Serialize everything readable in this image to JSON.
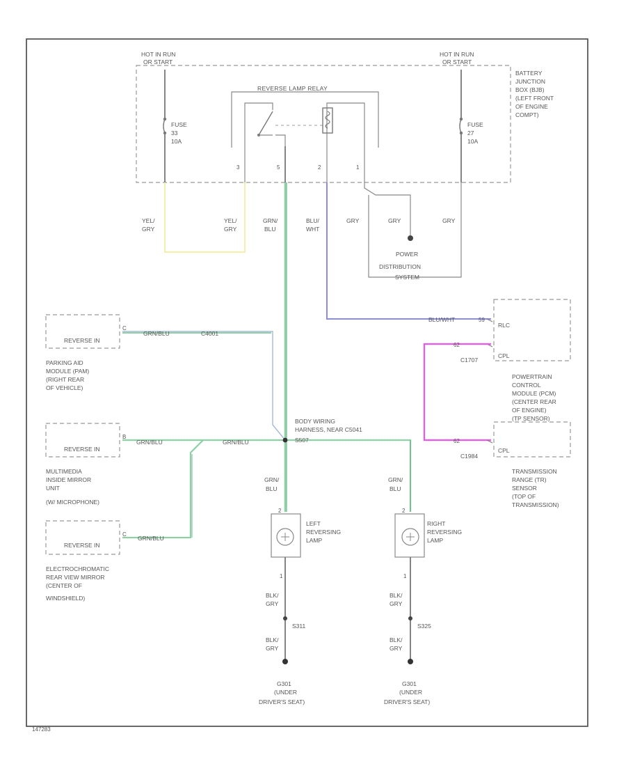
{
  "labels": {
    "hot_in_run_left": "HOT IN RUN",
    "hot_in_run_left_2": "OR START",
    "hot_in_run_right": "HOT IN RUN",
    "hot_in_run_right_2": "OR START",
    "relay_title": "REVERSE LAMP RELAY",
    "fuse_left": [
      "FUSE",
      "33",
      "10A"
    ],
    "fuse_right": [
      "FUSE",
      "27",
      "10A"
    ],
    "bjb": [
      "BATTERY",
      "JUNCTION",
      "BOX (BJB)",
      "(LEFT FRONT",
      "OF ENGINE",
      "COMPT)"
    ],
    "relay_pins": [
      "3",
      "5",
      "2",
      "1"
    ],
    "wire_colors_top": {
      "yel_gry_1": [
        "YEL/",
        "GRY"
      ],
      "yel_gry_2": [
        "YEL/",
        "GRY"
      ],
      "grn_blu": [
        "GRN/",
        "BLU"
      ],
      "blu_wht": [
        "BLU/",
        "WHT"
      ],
      "gry_1": "GRY",
      "gry_2": "GRY",
      "gry_3": "GRY"
    },
    "power_distribution": [
      "POWER",
      "DISTRIBUTION",
      "SYSTEM"
    ],
    "blu_wht_long": "BLU/WHT",
    "pcm_pin_rlc": "RLC",
    "pcm_pin_cpl1": "CPL",
    "pcm_pin_cpl2": "CPL",
    "pcm_conn_1": "C1707",
    "pcm_conn_2": "C1984",
    "pcm_wire_num_1": "59",
    "pcm_wire_num_2": "62",
    "pcm_wire_num_3": "62",
    "pcm": [
      "POWERTRAIN",
      "CONTROL",
      "MODULE (PCM)",
      "(CENTER REAR",
      "OF ENGINE)",
      "(TP SENSOR)"
    ],
    "trs": [
      "TRANSMISSION",
      "RANGE (TR)",
      "SENSOR",
      "(TOP OF",
      "TRANSMISSION)"
    ],
    "reverse_in_1": "REVERSE IN",
    "reverse_in_2": "REVERSE IN",
    "reverse_in_3": "REVERSE IN",
    "grn_blu_1": "GRN/BLU",
    "grn_blu_2": "GRN/BLU",
    "grn_blu_3": "GRN/BLU",
    "grn_blu_4": "GRN/BLU",
    "c4001": "C4001",
    "parking_aid": [
      "PARKING AID",
      "MODULE (PAM)",
      "(RIGHT REAR",
      "OF VEHICLE)"
    ],
    "multimedia": [
      "MULTIMEDIA",
      "INSIDE MIRROR",
      "UNIT",
      "(W/ MICROPHONE)"
    ],
    "electrochromatic": [
      "ELECTROCHROMATIC",
      "REAR VIEW MIRROR",
      "(CENTER OF",
      "WINDSHIELD)"
    ],
    "splice": [
      "BODY WIRING",
      "HARNESS, NEAR C5041",
      "S507"
    ],
    "lamp_wire_left": [
      "GRN/",
      "BLU"
    ],
    "lamp_wire_right": [
      "GRN/",
      "BLU"
    ],
    "left_lamp": [
      "LEFT",
      "REVERSING",
      "LAMP"
    ],
    "right_lamp": [
      "RIGHT",
      "REVERSING",
      "LAMP"
    ],
    "lamp_pin_top_left": "2",
    "lamp_pin_top_right": "2",
    "lamp_pin_bot_left": "1",
    "lamp_pin_bot_right": "1",
    "blk_gry_1": [
      "BLK/",
      "GRY"
    ],
    "blk_gry_2": [
      "BLK/",
      "GRY"
    ],
    "blk_gry_3": [
      "BLK/",
      "GRY"
    ],
    "blk_gry_4": [
      "BLK/",
      "GRY"
    ],
    "splice_left": "S311",
    "splice_right": "S325",
    "ground_left": [
      "G301",
      "(UNDER",
      "DRIVER'S SEAT)"
    ],
    "ground_right": [
      "G301",
      "(UNDER",
      "DRIVER'S SEAT)"
    ],
    "diagram_id": "147283",
    "pin_c": "C",
    "pin_b": "B"
  },
  "colors": {
    "frame": "#444444",
    "dashed": "#999999",
    "wire_gray": "#888888",
    "wire_yellow": "#f3f0a8",
    "wire_green": "#8fd0a6",
    "wire_green_dark": "#4cae7a",
    "wire_blue_gray": "#a6b8d8",
    "wire_blue": "#8a8af0",
    "wire_magenta": "#ee55ee",
    "text": "#555555"
  }
}
